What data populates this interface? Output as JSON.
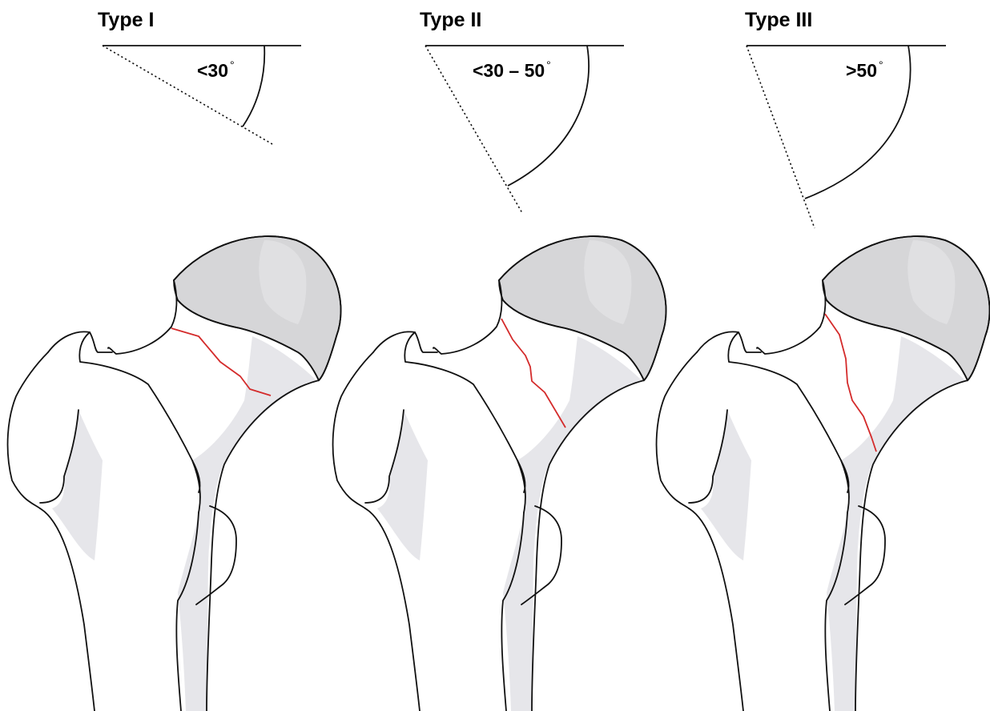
{
  "panels": [
    {
      "title": "Type I",
      "angle_label": "<30",
      "degree_symbol": "°"
    },
    {
      "title": "Type II",
      "angle_label": "<30 – 50",
      "degree_symbol": "°"
    },
    {
      "title": "Type III",
      "angle_label": ">50",
      "degree_symbol": "°"
    }
  ],
  "colors": {
    "fracture_line": "#d42b2b",
    "femoral_head": "#d6d6d8",
    "cortex_shading": "#e6e6ea",
    "outline": "#111111"
  }
}
